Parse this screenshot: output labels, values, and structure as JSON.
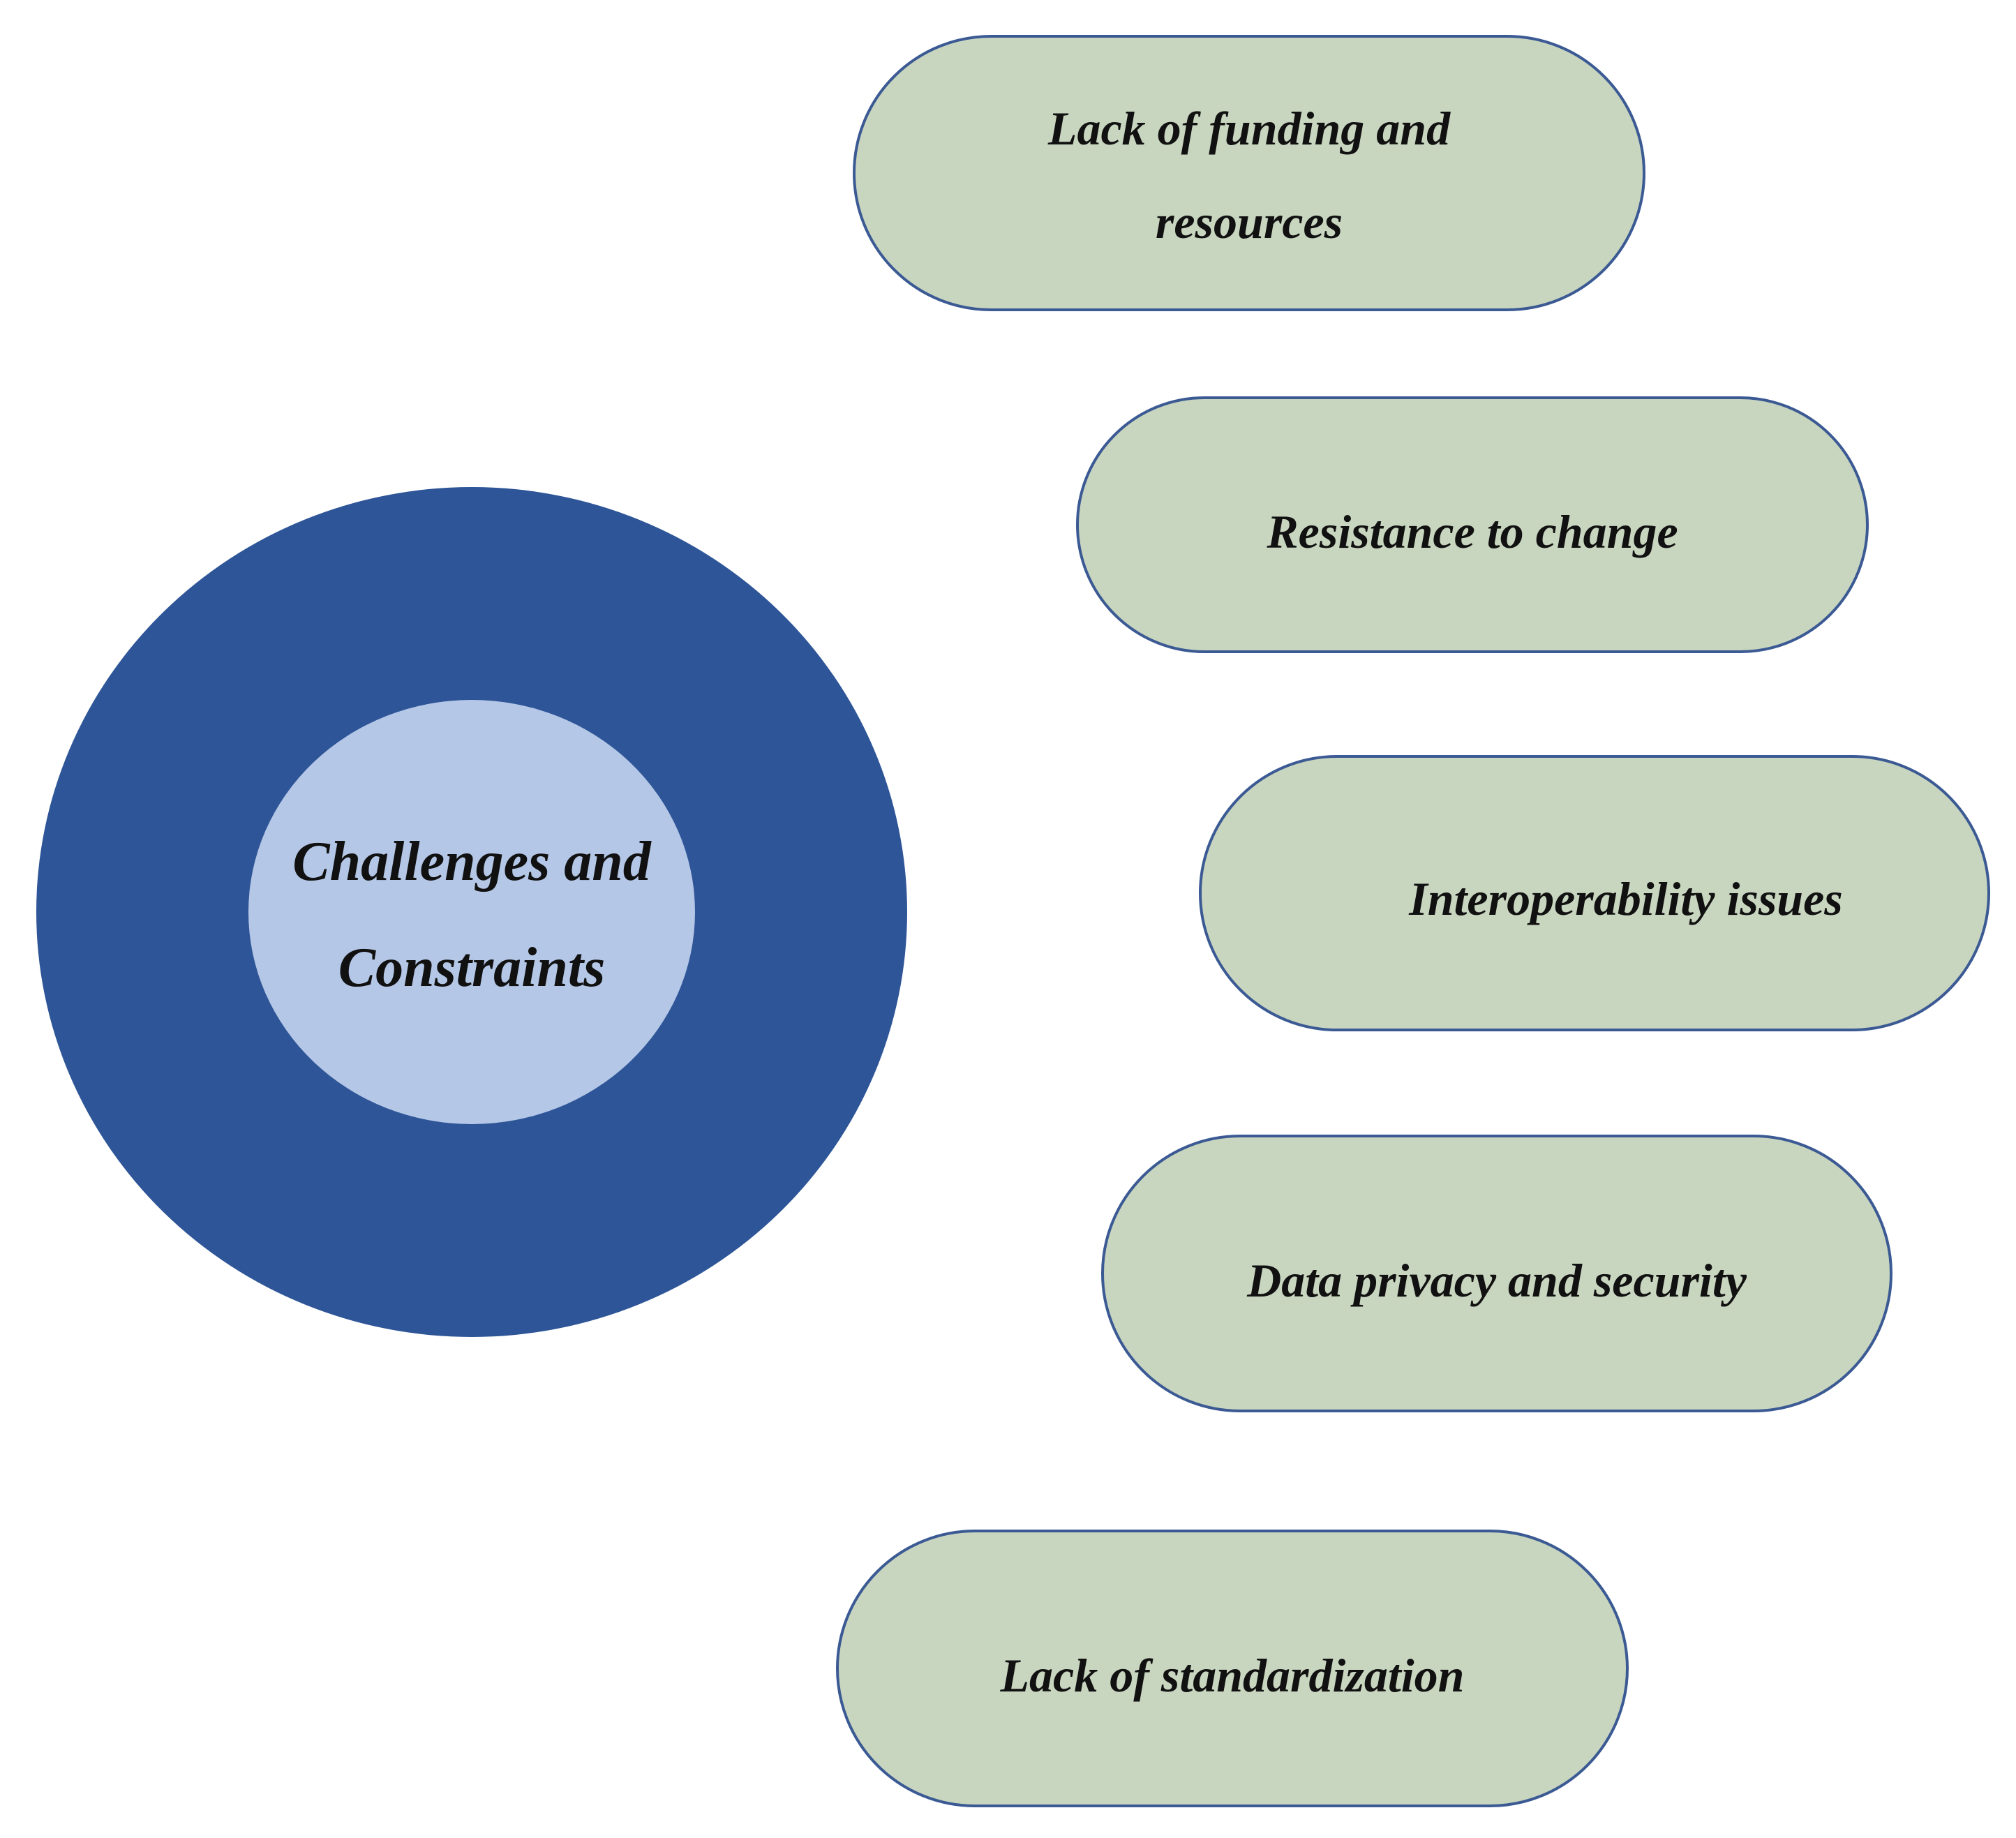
{
  "center": {
    "title": "Challenges and Constraints"
  },
  "items": [
    {
      "label": "Lack of funding and resources"
    },
    {
      "label": "Resistance to change"
    },
    {
      "label": "Interoperability issues"
    },
    {
      "label": "Data privacy and security"
    },
    {
      "label": "Lack of standardization"
    }
  ],
  "colors": {
    "outer_circle": "#2e5597",
    "inner_circle": "#b4c7e7",
    "pill_fill": "#c8d5bf",
    "pill_border": "#3b5a94",
    "text": "#111111"
  }
}
